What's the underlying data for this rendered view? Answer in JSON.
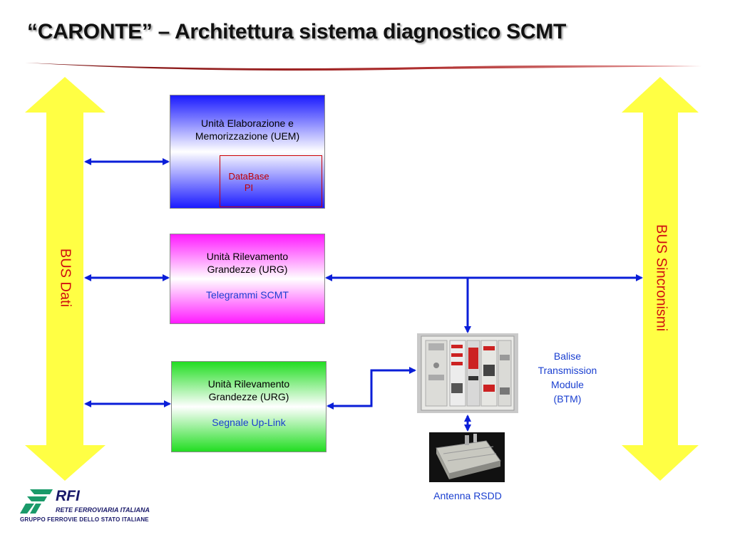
{
  "title": "“CARONTE” – Architettura sistema diagnostico SCMT",
  "bus_left": {
    "label": "BUS Dati"
  },
  "bus_right": {
    "label": "BUS Sincronismi"
  },
  "uem": {
    "line1": "Unità Elaborazione e",
    "line2": "Memorizzazione (UEM)"
  },
  "database": {
    "line1": "DataBase",
    "line2": "PI"
  },
  "urg_telegrams": {
    "line1": "Unità Rilevamento",
    "line2": "Grandezze (URG)",
    "detail": "Telegrammi SCMT"
  },
  "urg_uplink": {
    "line1": "Unità Rilevamento",
    "line2": "Grandezze (URG)",
    "detail": "Segnale Up-Link"
  },
  "btm": {
    "line1": "Balise",
    "line2": "Transmission",
    "line3": "Module",
    "line4": "(BTM)"
  },
  "antenna": {
    "label": "Antenna RSDD"
  },
  "logo": {
    "brand": "RFI",
    "name": "RETE FERROVIARIA ITALIANA",
    "group": "GRUPPO FERROVIE DELLO STATO ITALIANE"
  },
  "colors": {
    "bus_fill": "#ffff44",
    "connector": "#0a1ed8",
    "title_rule": "#8b1a1a",
    "label_red": "#d01010",
    "label_blue": "#1a3fd0"
  }
}
